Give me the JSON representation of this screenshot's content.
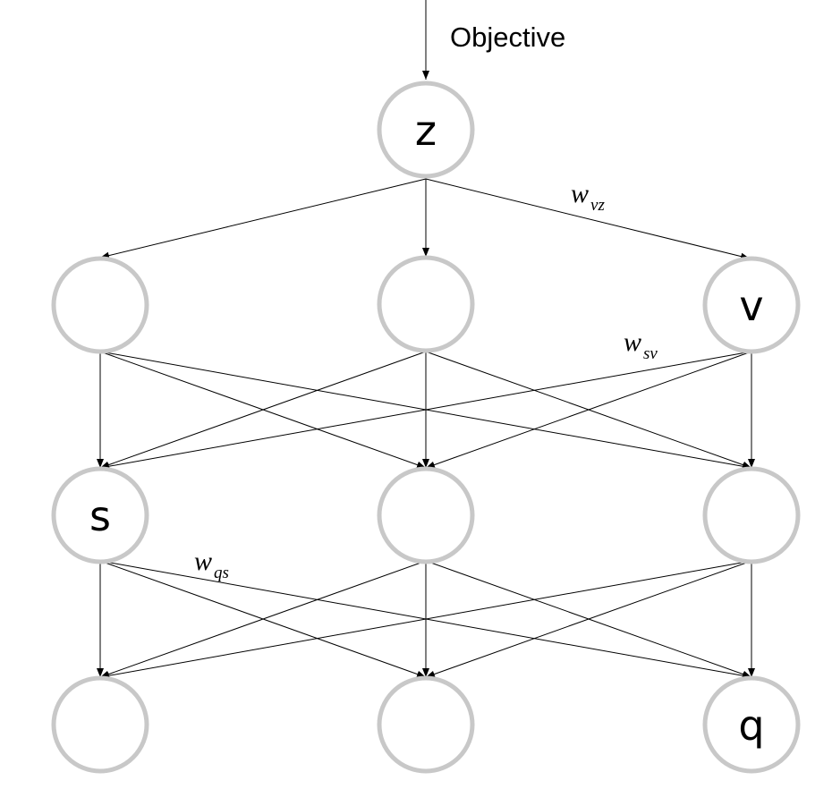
{
  "objective_label": "Objective",
  "nodes": {
    "z": "z",
    "v": "v",
    "s": "s",
    "q": "q"
  },
  "weights": {
    "vz": {
      "base": "w",
      "sub": "vz"
    },
    "sv": {
      "base": "w",
      "sub": "sv"
    },
    "qs": {
      "base": "w",
      "sub": "qs"
    }
  }
}
